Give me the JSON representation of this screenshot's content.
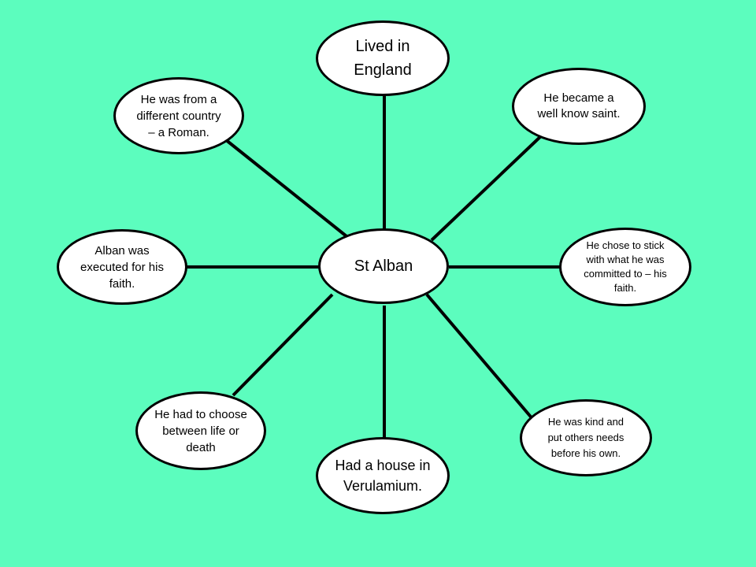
{
  "diagram": {
    "center": "St Alban",
    "nodes": {
      "top": "Lived in\nEngland",
      "top_right": "He became a\nwell know saint.",
      "right": "He chose to stick\nwith what he was\ncommitted to – his\nfaith.",
      "bottom_right": "He was kind and\nput others needs\nbefore his own.",
      "bottom": "Had a house in\nVerulamium.",
      "bottom_left": "He had to choose\nbetween life or\ndeath",
      "left": "Alban was\nexecuted for his\nfaith.",
      "top_left": "He was from a\ndifferent country\n– a Roman."
    }
  },
  "colors": {
    "background": "#5cfdbe",
    "node_fill": "#ffffff",
    "stroke": "#000000"
  }
}
